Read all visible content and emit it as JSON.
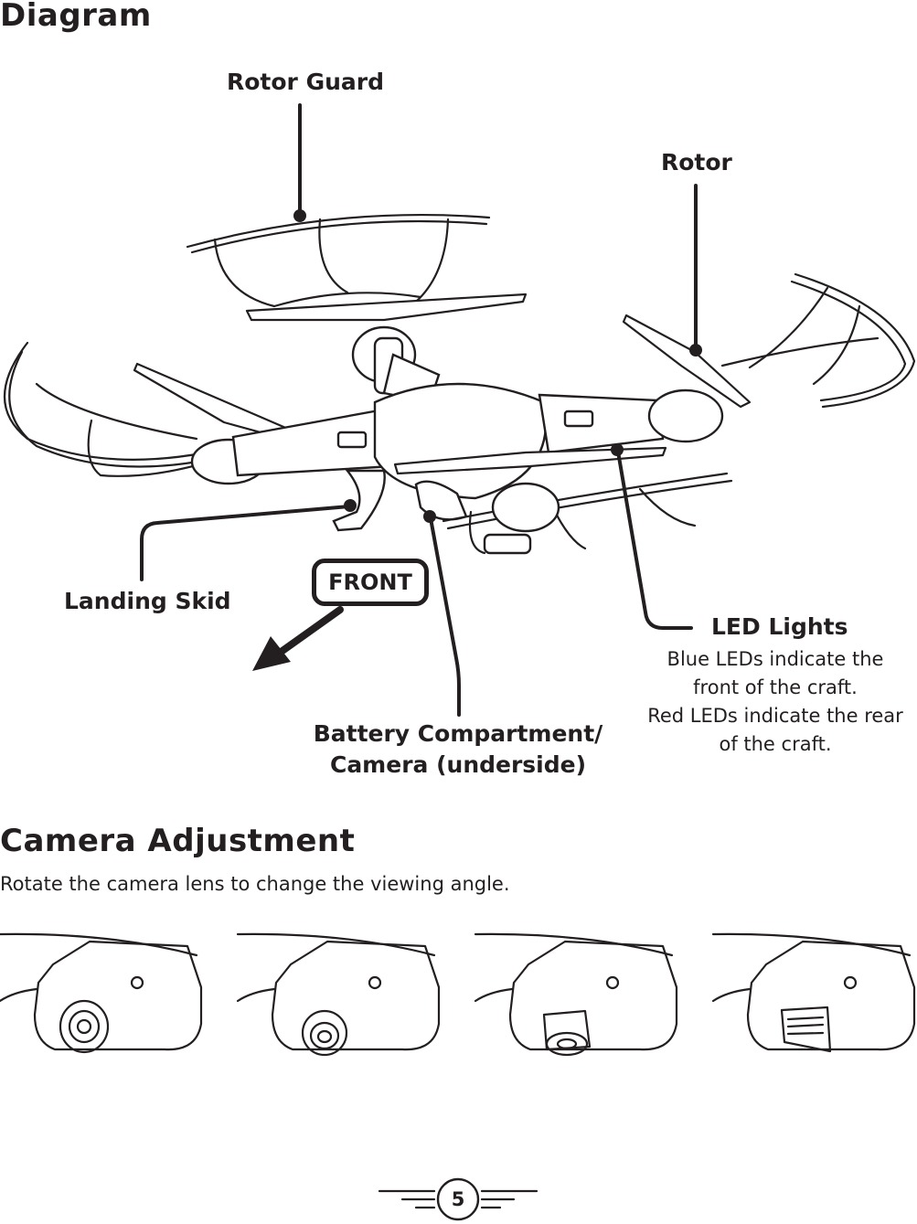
{
  "diagram_section": {
    "title": "Diagram",
    "labels": {
      "rotor_guard": "Rotor Guard",
      "rotor": "Rotor",
      "landing_skid": "Landing Skid",
      "front": "FRONT",
      "led_lights": "LED Lights",
      "led_desc_line1": "Blue LEDs indicate the",
      "led_desc_line2": "front of the craft.",
      "led_desc_line3": "Red LEDs indicate the rear",
      "led_desc_line4": "of the craft.",
      "battery": "Battery Compartment/ Camera (underside)"
    }
  },
  "camera_section": {
    "title": "Camera Adjustment",
    "description": "Rotate the camera lens to change the viewing angle."
  },
  "footer": {
    "page_number": "5"
  },
  "colors": {
    "ink": "#231f20",
    "background": "#ffffff"
  }
}
